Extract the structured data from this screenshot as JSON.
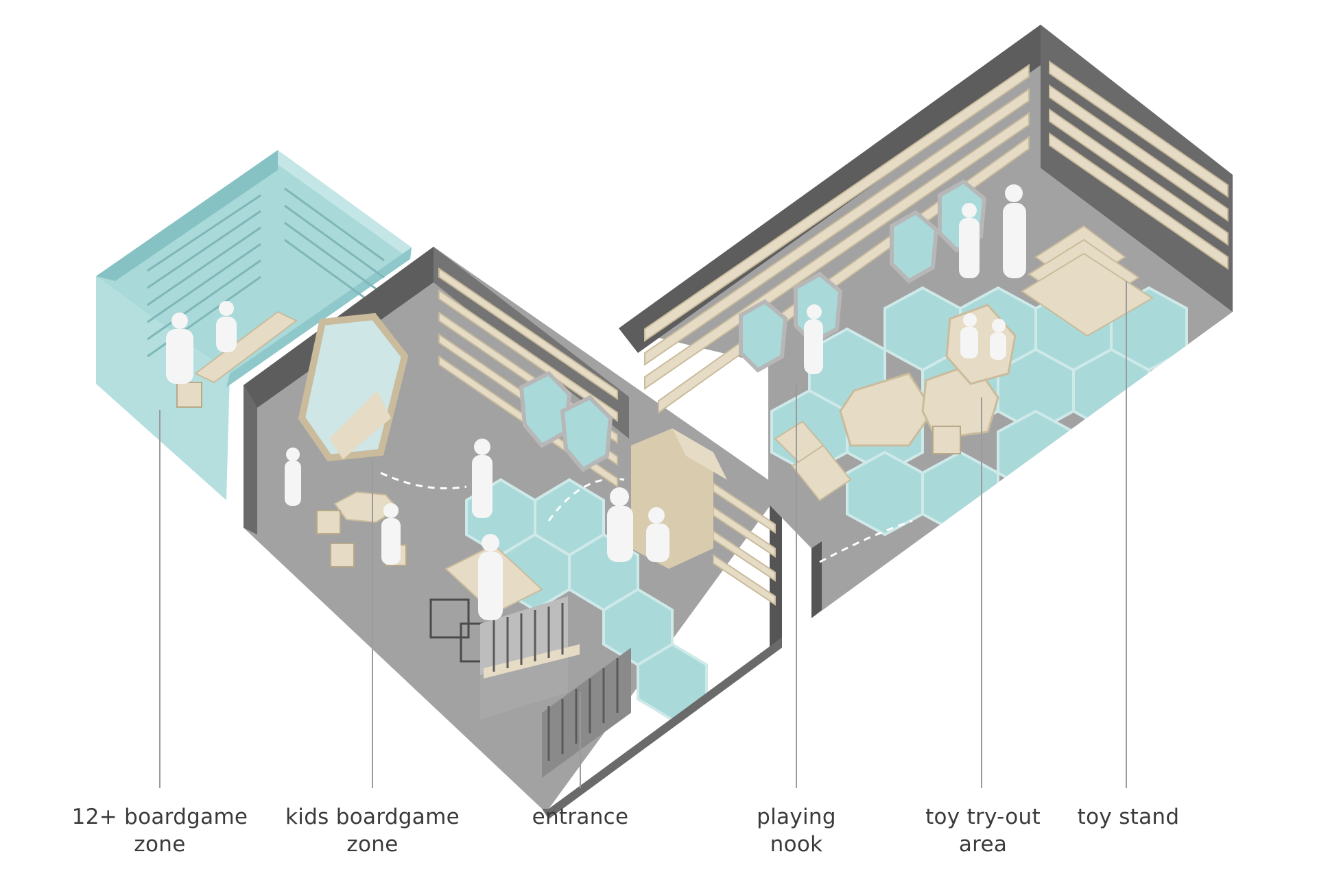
{
  "colors": {
    "aqua": "#a9d9d9",
    "aqua_dark": "#86c2c4",
    "gray_floor": "#9b9b9b",
    "gray_wall": "#5b5b5b",
    "gray_dark": "#3f3f3f",
    "wood": "#e6dbc4",
    "wood_dark": "#c9bb9c",
    "figure": "#f5f5f5",
    "leader": "#9a9a9a",
    "text": "#3a3a3a"
  },
  "labels": [
    {
      "id": "12plus-boardgame-zone",
      "line1": "12+ boardgame",
      "line2": "zone"
    },
    {
      "id": "kids-boardgame-zone",
      "line1": "kids boardgame",
      "line2": "zone"
    },
    {
      "id": "entrance",
      "line1": "entrance",
      "line2": ""
    },
    {
      "id": "playing-nook",
      "line1": "playing",
      "line2": "nook"
    },
    {
      "id": "toy-try-out-area",
      "line1": "toy try-out",
      "line2": "area"
    },
    {
      "id": "toy-stand",
      "line1": "toy stand",
      "line2": ""
    }
  ]
}
